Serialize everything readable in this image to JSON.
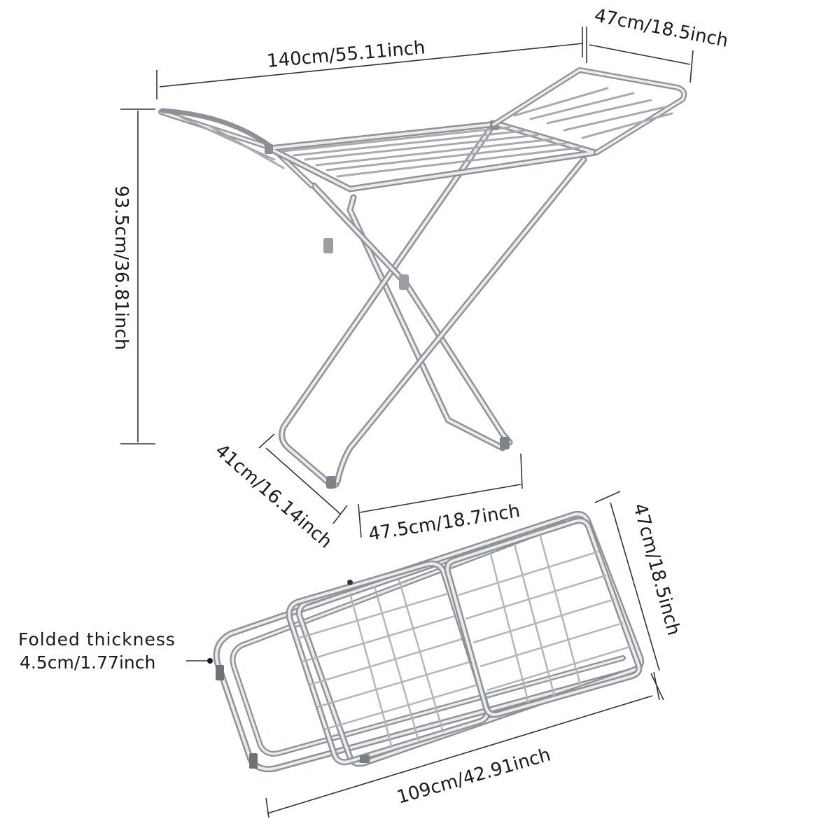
{
  "colors": {
    "frame": "#8e9296",
    "frame_highlight": "#e8eaec",
    "dimension_line": "#333333",
    "text": "#1a1a1a"
  },
  "dimensions": {
    "open_total_width": "140cm/55.11inch",
    "wing_width": "47cm/18.5inch",
    "open_height": "93.5cm/36.81inch",
    "base_depth": "41cm/16.14inch",
    "base_width": "47.5cm/18.7inch",
    "folded_width": "47cm/18.5inch",
    "folded_length": "109cm/42.91inch"
  },
  "folded_note": {
    "line1": "Folded thickness",
    "line2": "4.5cm/1.77inch"
  }
}
